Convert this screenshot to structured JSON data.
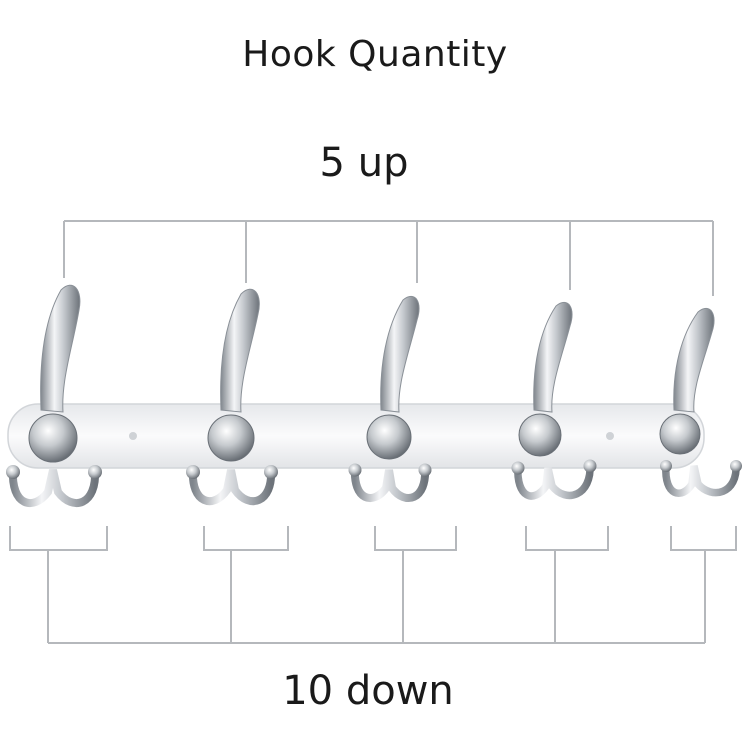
{
  "heading": {
    "title": "Hook Quantity"
  },
  "callouts": {
    "upper_label": "5 up",
    "lower_label": "10 down"
  },
  "product": {
    "upper_hook_count": 5,
    "lower_hook_count": 10,
    "finish_color": "#c9ccd0",
    "rail_color": "#f3f4f6",
    "bracket_color": "#b5b8bc"
  }
}
